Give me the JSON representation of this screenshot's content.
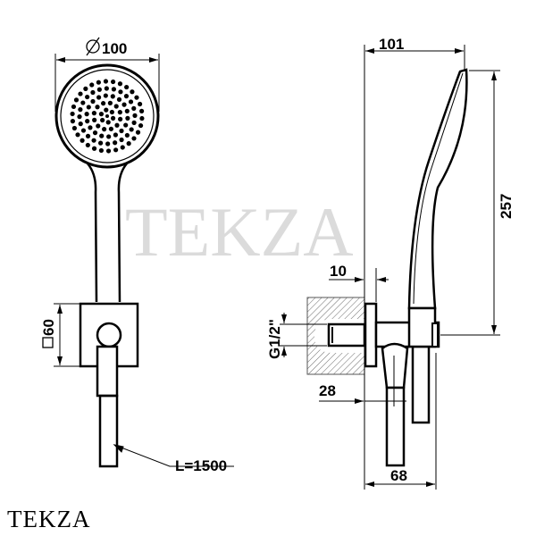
{
  "drawing": {
    "diameter_label": "100",
    "square_label": "60",
    "hose_length_label": "L=1500",
    "width_label": "101",
    "height_label": "257",
    "flange_label": "10",
    "thread_label": "G1/2\"",
    "outlet_offset_label": "28",
    "depth_label": "68"
  },
  "watermark": "TEKZA",
  "logo": "TEKZA",
  "colors": {
    "line": "#000000",
    "watermark": "#cfcfcf"
  }
}
